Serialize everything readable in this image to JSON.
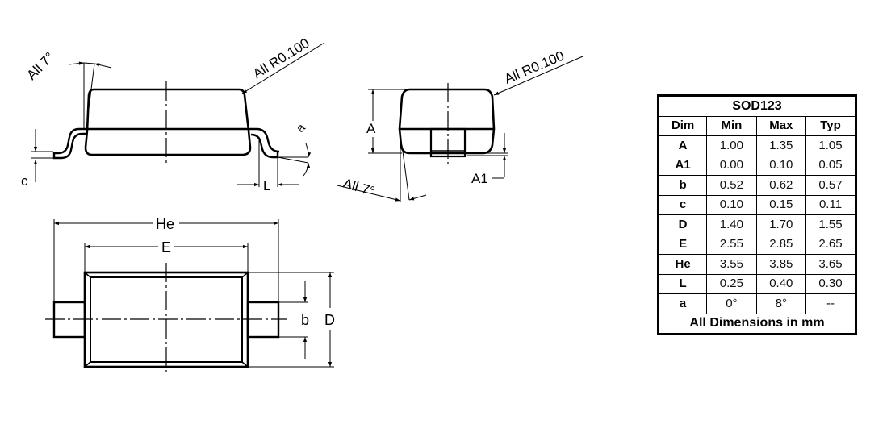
{
  "side_view": {
    "angle_label": "All 7°",
    "radius_label": "All R0.100",
    "dims": {
      "c": "c",
      "L": "L",
      "a": "a"
    }
  },
  "end_view": {
    "radius_label": "All R0.100",
    "angle_label": "All 7°",
    "dims": {
      "A": "A",
      "A1": "A1"
    }
  },
  "bottom_view": {
    "dims": {
      "He": "He",
      "E": "E",
      "b": "b",
      "D": "D"
    }
  },
  "table": {
    "title": "SOD123",
    "headers": [
      "Dim",
      "Min",
      "Max",
      "Typ"
    ],
    "rows": [
      [
        "A",
        "1.00",
        "1.35",
        "1.05"
      ],
      [
        "A1",
        "0.00",
        "0.10",
        "0.05"
      ],
      [
        "b",
        "0.52",
        "0.62",
        "0.57"
      ],
      [
        "c",
        "0.10",
        "0.15",
        "0.11"
      ],
      [
        "D",
        "1.40",
        "1.70",
        "1.55"
      ],
      [
        "E",
        "2.55",
        "2.85",
        "2.65"
      ],
      [
        "He",
        "3.55",
        "3.85",
        "3.65"
      ],
      [
        "L",
        "0.25",
        "0.40",
        "0.30"
      ],
      [
        "a",
        "0°",
        "8°",
        "--"
      ]
    ],
    "footer": "All Dimensions in mm"
  }
}
